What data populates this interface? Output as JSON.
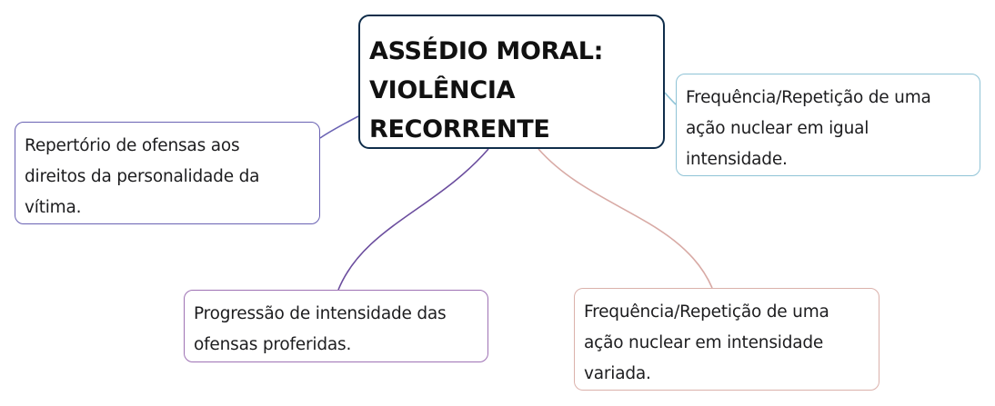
{
  "diagram": {
    "central": {
      "lines": [
        "ASSÉDIO MORAL:",
        "VIOLÊNCIA",
        "RECORRENTE"
      ]
    },
    "nodes": {
      "left": {
        "lines": [
          "Repertório de ofensas aos",
          "direitos da personalidade da",
          "vítima."
        ]
      },
      "right_top": {
        "lines": [
          "Frequência/Repetição de uma",
          "ação nuclear em igual",
          "intensidade."
        ]
      },
      "bottom_left": {
        "lines": [
          "Progressão de intensidade das",
          "ofensas proferidas."
        ]
      },
      "bottom_right": {
        "lines": [
          "Frequência/Repetição de uma",
          "ação nuclear em intensidade",
          "variada."
        ]
      }
    },
    "colors": {
      "central_border": "#0f2d4a",
      "left_connector": "#6a62b3",
      "right_top_connector": "#8fc3d6",
      "bottom_left_connector": "#6b4d9e",
      "bottom_right_connector": "#d8aaa5"
    }
  }
}
